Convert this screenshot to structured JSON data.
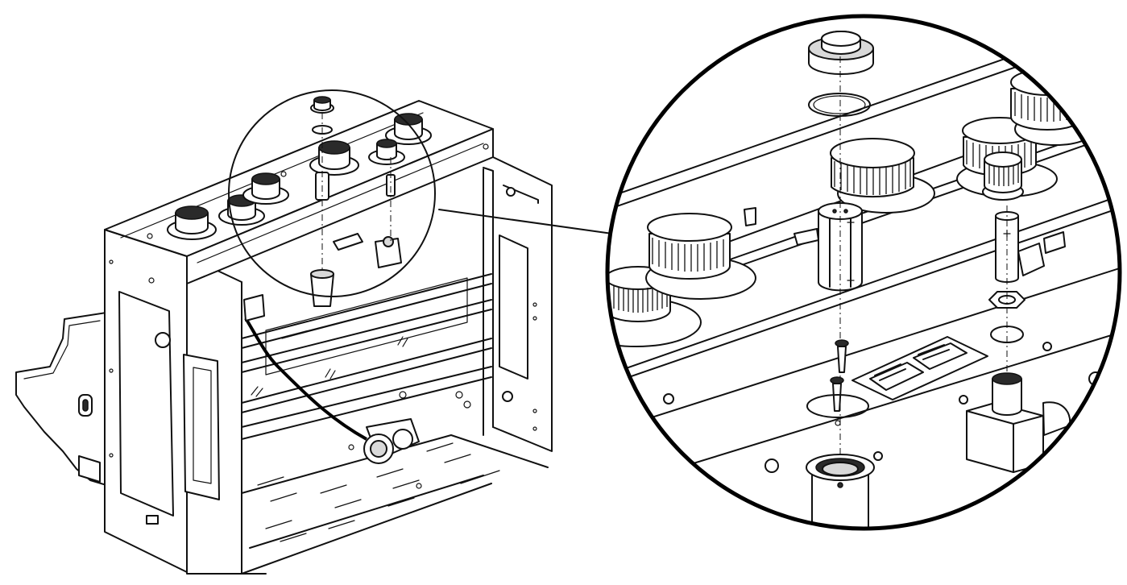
{
  "diagram": {
    "type": "exploded-assembly-illustration",
    "colors": {
      "line": "#111111",
      "background": "#ffffff",
      "shade": "#d9d9d9",
      "dark": "#2a2a2a"
    },
    "parts": [
      "control-knob",
      "knob-ring",
      "ignition-module",
      "screw",
      "burner-cup",
      "control-panel-frame",
      "gas-valve",
      "ignition-button",
      "hex-nut",
      "electrode-socket",
      "gas-hose",
      "side-handle"
    ]
  }
}
